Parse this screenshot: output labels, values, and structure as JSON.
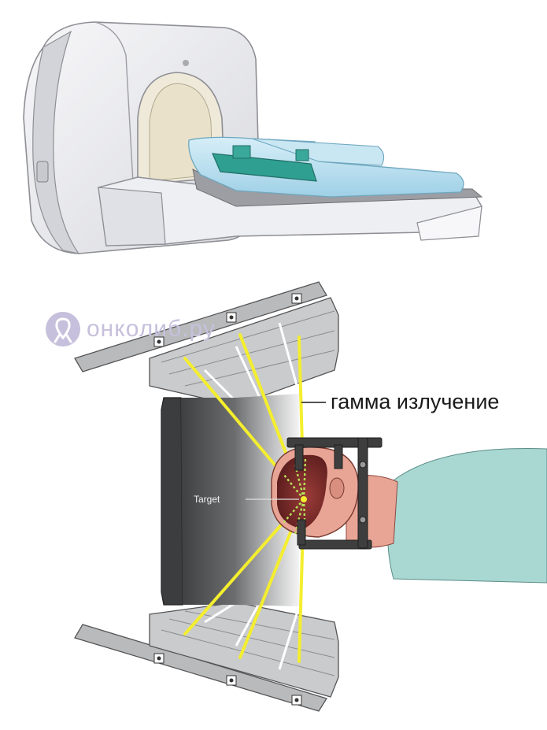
{
  "labels": {
    "gamma": "гамма излучение",
    "target": "Target"
  },
  "watermark": {
    "text": "онколиб.ру",
    "icon": "ribbon-icon"
  },
  "colors": {
    "beam": "#f4ee2e",
    "machine_body": "#e8e9ed",
    "mattress": "#bfe3f1",
    "collimator": "#c9cbcd",
    "shield_dark": "#4f5052",
    "head_skin": "#e8a596",
    "brain": "#7a2c2b",
    "gown": "#a9d7d2",
    "frame": "#3e3e3e",
    "watermark": "#c7c0dc"
  }
}
